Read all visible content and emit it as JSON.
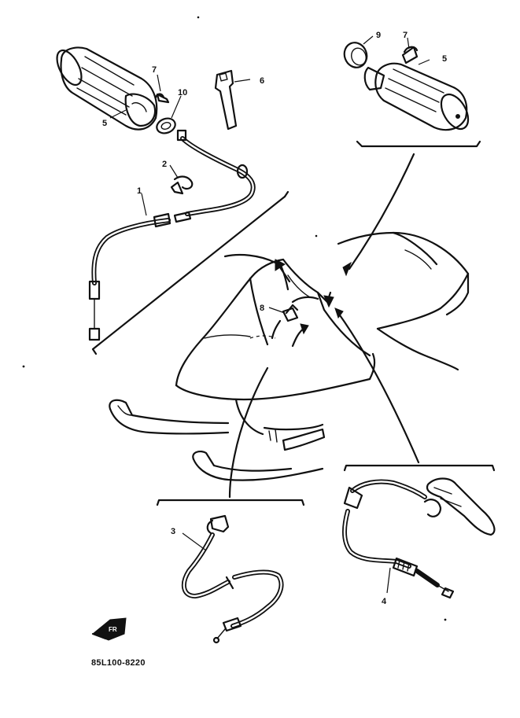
{
  "diagram": {
    "document_code": "85L100-8220",
    "front_marker_label": "FR",
    "callouts": {
      "p1": "1",
      "p2": "2",
      "p3": "3",
      "p4": "4",
      "p5_left": "5",
      "p5_right": "5",
      "p6": "6",
      "p7_left": "7",
      "p7_right": "7",
      "p8": "8",
      "p9": "9",
      "p10": "10"
    }
  }
}
